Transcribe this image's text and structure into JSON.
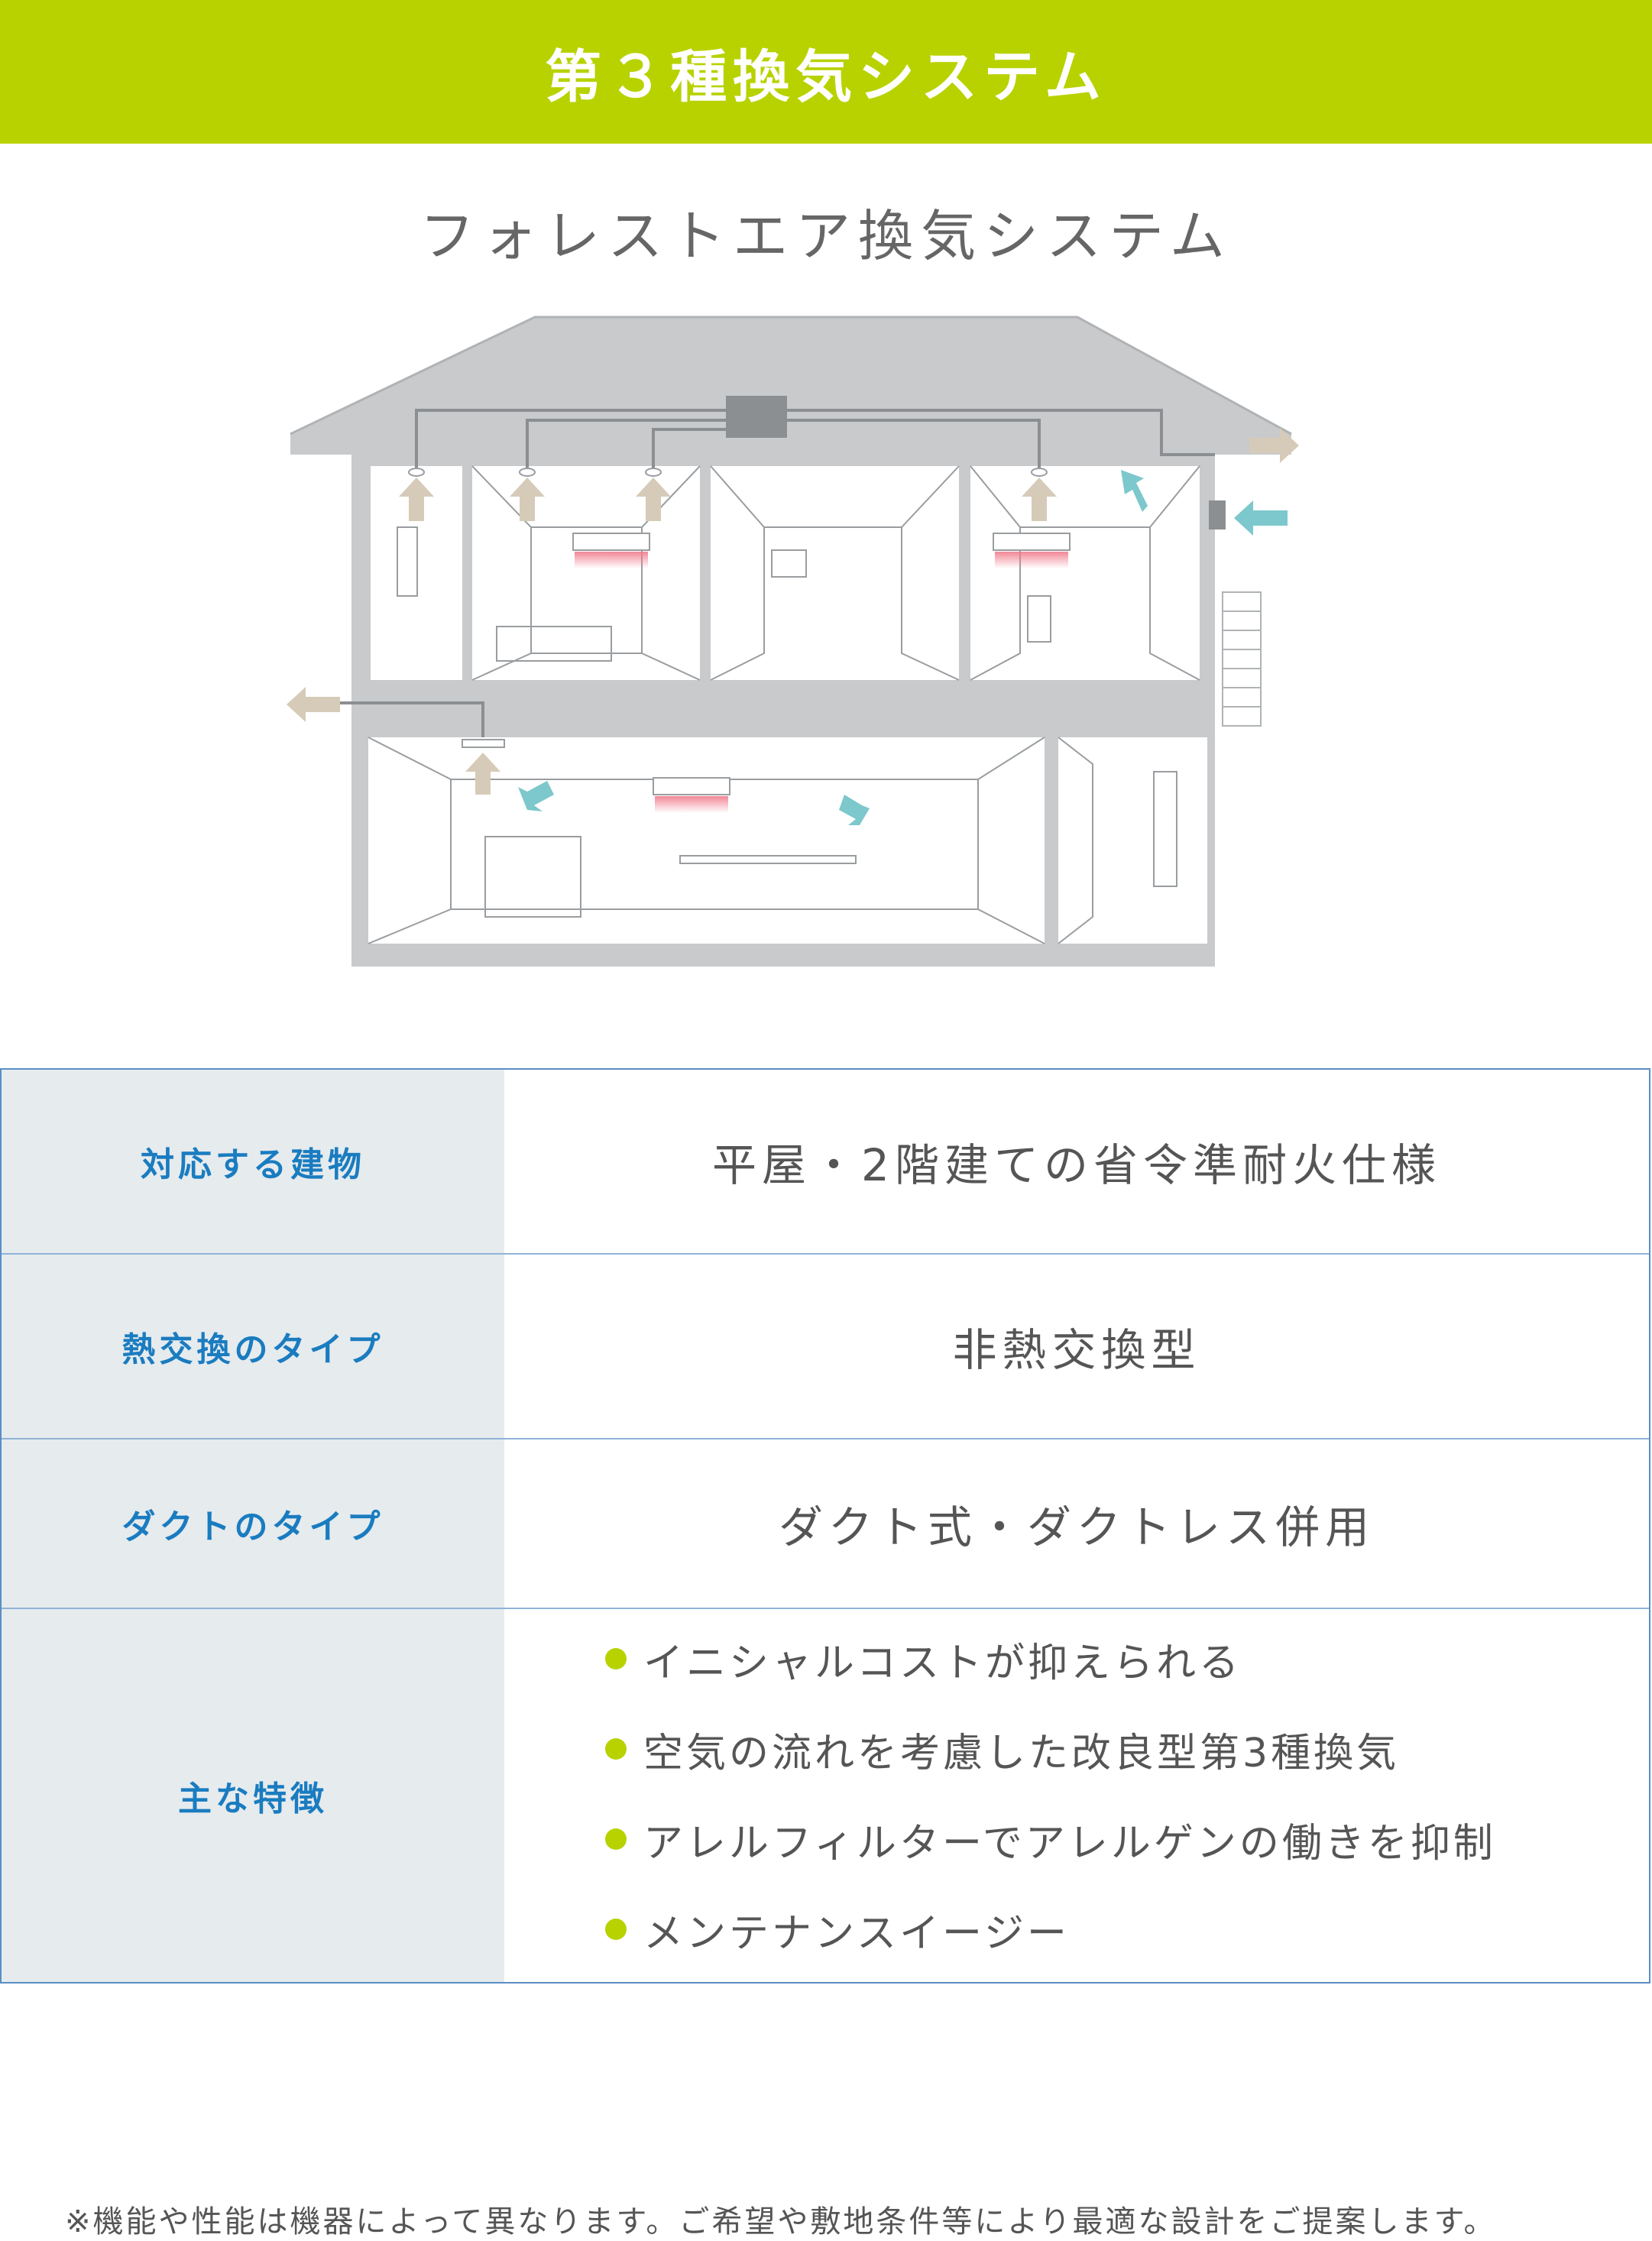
{
  "banner": {
    "title": "第３種換気システム",
    "color": "#b8d200"
  },
  "diagram": {
    "title": "フォレストエア換気システム"
  },
  "colors": {
    "exhaust_arrow": "#d6cbb8",
    "intake_arrow": "#7cc8cc",
    "heat": "#f07a8a",
    "house_gray": "#c8cacc",
    "table_border": "#5a8ec4",
    "label_text": "#1a7cc0"
  },
  "table": {
    "rows": [
      {
        "label": "対応する建物",
        "value": "平屋・2階建ての省令準耐火仕様"
      },
      {
        "label": "熱交換のタイプ",
        "value": "非熱交換型"
      },
      {
        "label": "ダクトのタイプ",
        "value": "ダクト式・ダクトレス併用"
      },
      {
        "label": "主な特徴",
        "features": [
          "イニシャルコストが抑えられる",
          "空気の流れを考慮した改良型第3種換気",
          "アレルフィルターでアレルゲンの働きを抑制",
          "メンテナンスイージー"
        ]
      }
    ]
  },
  "footnote": "※機能や性能は機器によって異なります。ご希望や敷地条件等により最適な設計をご提案します。"
}
